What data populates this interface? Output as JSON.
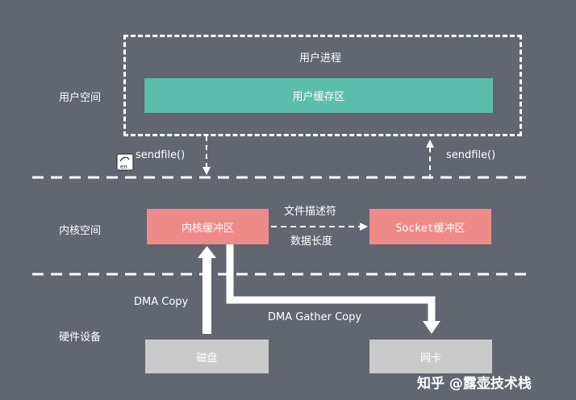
{
  "zones": {
    "user_space": "用户空间",
    "kernel_space": "内核空间",
    "hardware": "硬件设备"
  },
  "boxes": {
    "user_process": "用户进程",
    "user_buffer": "用户缓存区",
    "kernel_buffer": "内核缓冲区",
    "socket_buffer": "Socket缓冲区",
    "disk": "磁盘",
    "nic": "网卡"
  },
  "edges": {
    "sendfile_down": "sendfile()",
    "sendfile_up": "sendfile()",
    "file_descriptor": "文件描述符",
    "data_length": "数据长度",
    "dma_copy": "DMA Copy",
    "dma_gather_copy": "DMA Gather Copy"
  },
  "watermark": {
    "text": "知乎 @露壶技术栈"
  },
  "colors": {
    "background": "#616670",
    "user_buffer": "#5bbdad",
    "kernel_buffer": "#ef8a8a",
    "socket_buffer": "#ef8a8a",
    "hardware_box": "#cacaca",
    "line": "#ffffff"
  }
}
